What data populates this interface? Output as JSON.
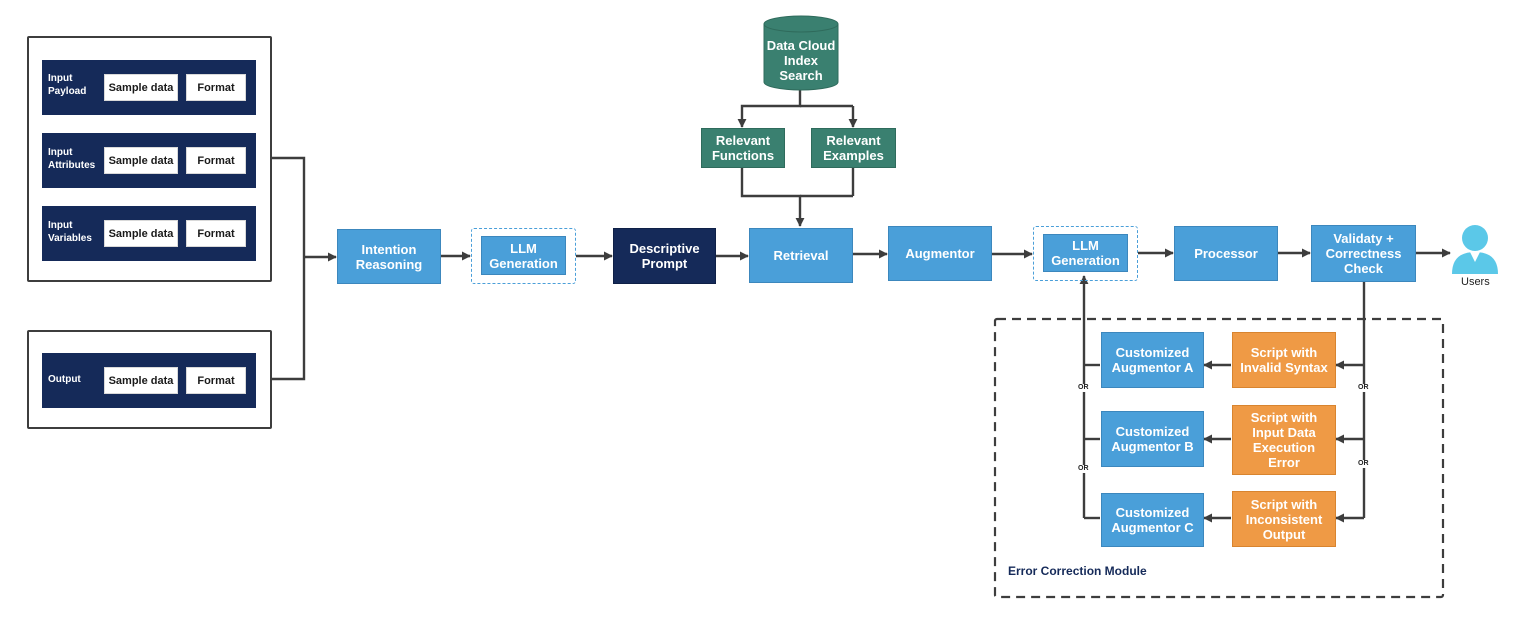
{
  "inputs": {
    "sample_label": "Sample data",
    "format_label": "Format",
    "rows": [
      {
        "label": "Input\nPayload"
      },
      {
        "label": "Input\nAttributes"
      },
      {
        "label": "Input\nVariables"
      }
    ],
    "output": {
      "label": "Output"
    }
  },
  "data_source": "Data Cloud\nIndex\nSearch",
  "relevant_functions": "Relevant\nFunctions",
  "relevant_examples": "Relevant\nExamples",
  "pipeline": {
    "intention": "Intention\nReasoning",
    "llm1": "LLM\nGeneration",
    "prompt": "Descriptive\nPrompt",
    "retrieval": "Retrieval",
    "augmentor": "Augmentor",
    "llm2": "LLM\nGeneration",
    "processor": "Processor",
    "validity": "Validaty +\nCorrectness\nCheck",
    "users": "Users"
  },
  "error_module": {
    "title": "Error Correction Module",
    "or_label": "OR",
    "augmentors": [
      "Customized\nAugmentor A",
      "Customized\nAugmentor B",
      "Customized\nAugmentor C"
    ],
    "errors": [
      "Script with\nInvalid Syntax",
      "Script with\nInput Data\nExecution\nError",
      "Script with\nInconsistent\nOutput"
    ]
  },
  "colors": {
    "process_blue": "#4a9fd9",
    "retrieval_green": "#3a8070",
    "error_orange": "#ef9a45",
    "navy": "#152a59",
    "user_icon": "#5bc8e8"
  }
}
